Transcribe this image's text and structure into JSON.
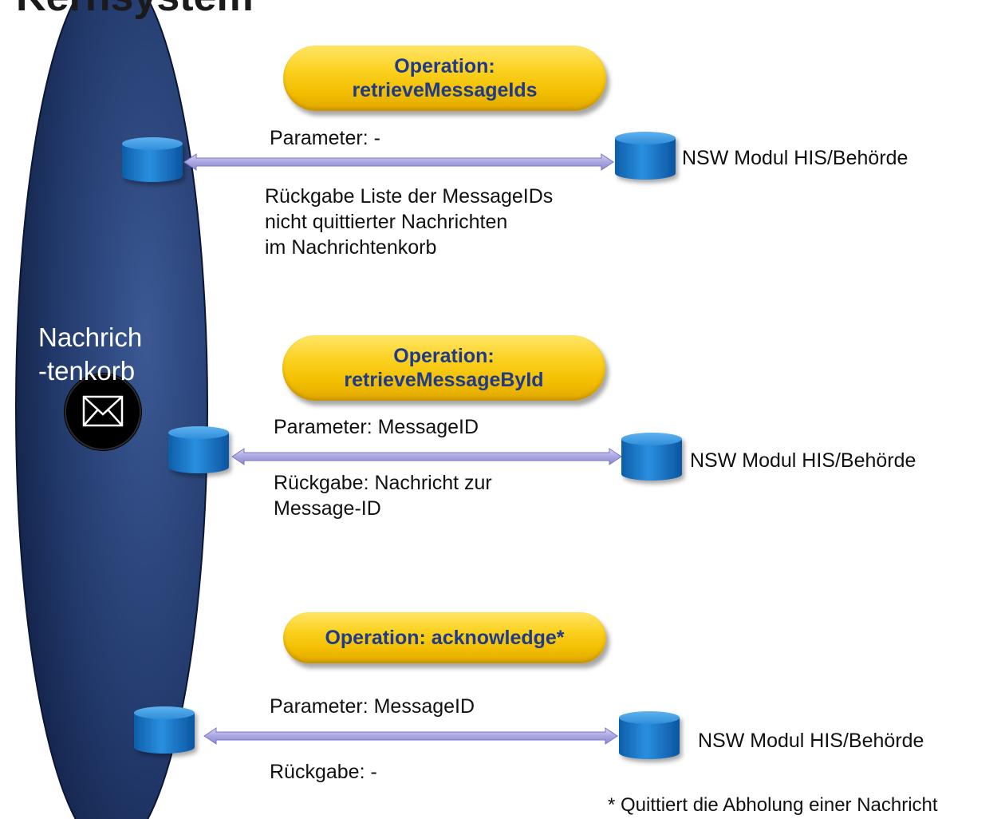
{
  "title": "Kernsystem",
  "container": {
    "label_lines": [
      "Nachrich",
      "-tenkorb"
    ],
    "icon": "envelope-icon"
  },
  "operations": [
    {
      "pill_lines": [
        "Operation:",
        "retrieveMessageIds"
      ],
      "parameter": "Parameter: -",
      "return_lines": [
        "Rückgabe Liste der MessageIDs",
        "nicht quittierter Nachrichten",
        "im Nachrichtenkorb"
      ],
      "target": "NSW Modul HIS/Behörde"
    },
    {
      "pill_lines": [
        "Operation:",
        "retrieveMessageById"
      ],
      "parameter": "Parameter: MessageID",
      "return_lines": [
        "Rückgabe: Nachricht zur",
        "Message-ID"
      ],
      "target": "NSW Modul HIS/Behörde"
    },
    {
      "pill_lines": [
        "Operation: acknowledge*"
      ],
      "parameter": "Parameter: MessageID",
      "return_lines": [
        "Rückgabe: -"
      ],
      "target": "NSW Modul HIS/Behörde"
    }
  ],
  "footnote": "* Quittiert die Abholung einer Nachricht",
  "colors": {
    "ellipse_dark": "#14284f",
    "ellipse_mid": "#33508a",
    "cylinder_blue": "#1e7fd0",
    "arrow_lavender": "#b3b0e6",
    "pill_yellow": "#fbd11f",
    "pill_text": "#1f3a8a"
  }
}
